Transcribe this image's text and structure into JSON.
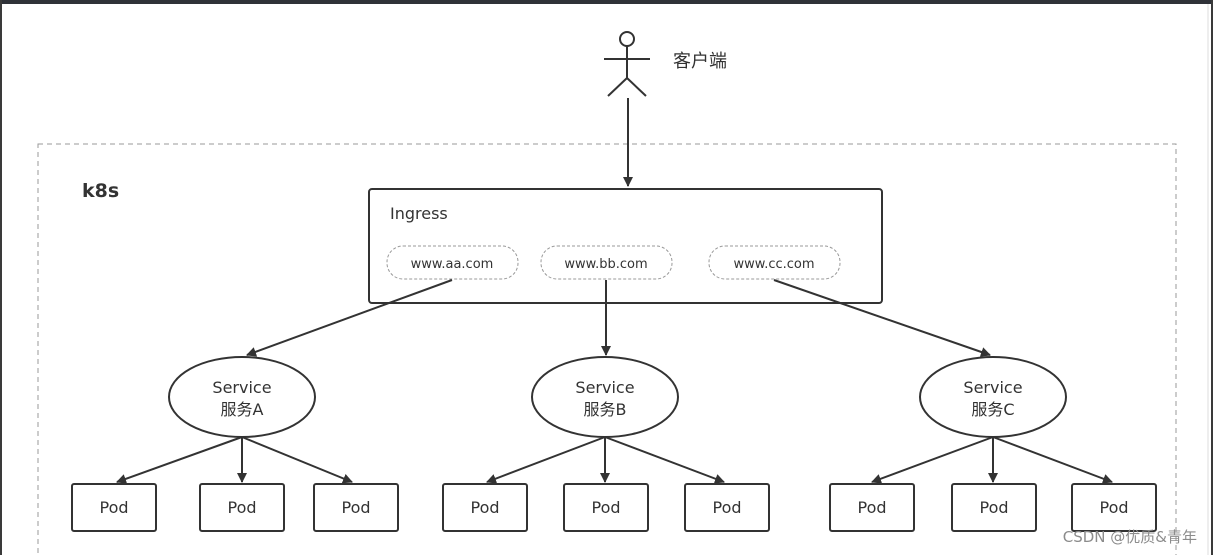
{
  "client": {
    "label": "客户端"
  },
  "cluster": {
    "label": "k8s"
  },
  "ingress": {
    "label": "Ingress",
    "hosts": [
      "www.aa.com",
      "www.bb.com",
      "www.cc.com"
    ]
  },
  "services": [
    {
      "line1": "Service",
      "line2": "服务A",
      "pods": [
        "Pod",
        "Pod",
        "Pod"
      ]
    },
    {
      "line1": "Service",
      "line2": "服务B",
      "pods": [
        "Pod",
        "Pod",
        "Pod"
      ]
    },
    {
      "line1": "Service",
      "line2": "服务C",
      "pods": [
        "Pod",
        "Pod",
        "Pod"
      ]
    }
  ],
  "watermark": "CSDN @优质&青年",
  "colors": {
    "stroke": "#333333",
    "dashed": "#999999",
    "top_bar": "#2f3238"
  }
}
